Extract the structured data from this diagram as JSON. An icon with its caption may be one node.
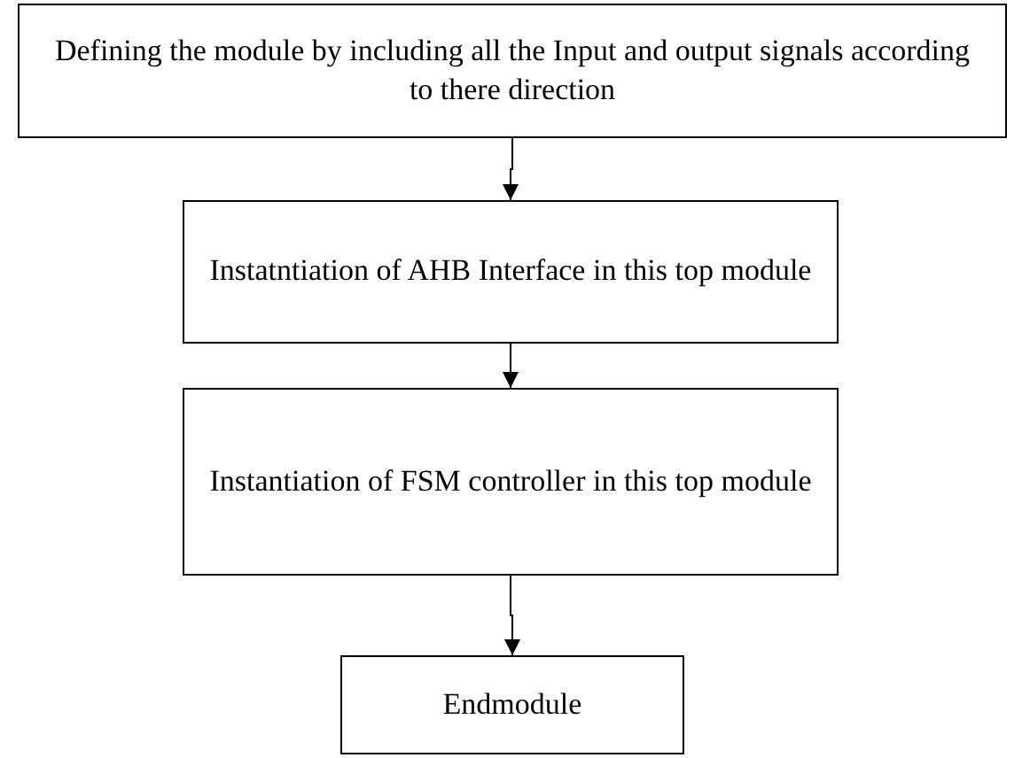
{
  "diagram": {
    "nodes": [
      {
        "text": [
          "Defining the module by including all the Input and output signals according to there direction"
        ]
      },
      {
        "text": [
          "Instatntiation of AHB Interface in this top module"
        ]
      },
      {
        "text": [
          "Instantiation of FSM controller in this top module"
        ]
      },
      {
        "text": [
          "Endmodule"
        ]
      }
    ],
    "edges": [
      {
        "from": 0,
        "to": 1,
        "arrow": "to"
      },
      {
        "from": 1,
        "to": 2,
        "arrow": "to"
      },
      {
        "from": 2,
        "to": 3,
        "arrow": "to"
      }
    ]
  }
}
